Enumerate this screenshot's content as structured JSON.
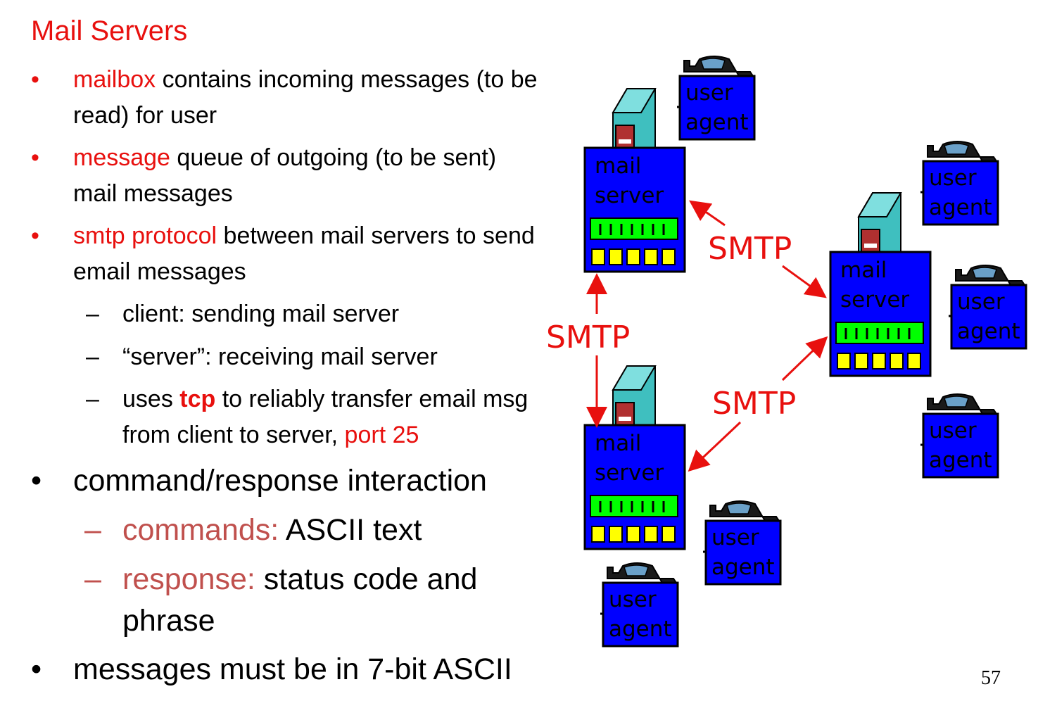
{
  "title": "Mail Servers",
  "bullets": [
    {
      "highlight": "mailbox",
      "rest": " contains incoming messages (to be read) for user"
    },
    {
      "highlight": "message",
      "rest": " queue of outgoing (to be sent) mail messages"
    },
    {
      "highlight": "smtp protocol",
      "rest": " between mail servers to send email messages"
    }
  ],
  "sub_bullets": {
    "client": "client: sending mail server",
    "server": "“server”: receiving mail server",
    "tcp_pre": "uses ",
    "tcp_word": "tcp",
    "tcp_mid": " to reliably transfer email msg from client to server, ",
    "port": "port 25"
  },
  "bullet_command": "command/response interaction",
  "sub2": {
    "commands_label": "commands:",
    "commands_rest": " ASCII text",
    "response_label": "response:",
    "response_rest": " status code and phrase"
  },
  "bullet_ascii": "messages must be in 7-bit ASCII",
  "diagram": {
    "server_line1": "mail",
    "server_line2": "server",
    "agent_line1": "user",
    "agent_line2": "agent",
    "protocol": "SMTP"
  },
  "page_number": "57",
  "colors": {
    "accent_red": "#e8100e",
    "muted_red": "#c0504d",
    "box_blue": "#0000ff",
    "tower_teal": "#3fbfbf",
    "slot_green": "#00ff00",
    "slot_yellow": "#ffff00"
  }
}
